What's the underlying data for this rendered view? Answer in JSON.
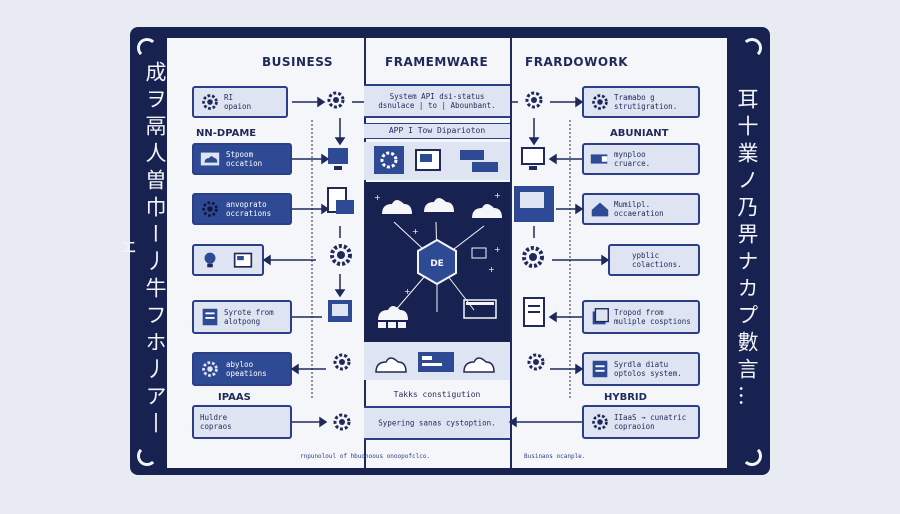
{
  "side_text": {
    "left": "成ヲ鬲人曽巾ー丿牛フホ丿ア丨ェ",
    "right": "耳十業ノ乃畀ナカプ數言…"
  },
  "headers": {
    "col1": "BUSINESS",
    "col2": "FRAMEMWARE",
    "col3": "FRARDOWORK"
  },
  "left_boxes": [
    {
      "text": "RI\nopaion",
      "icon": "gear-icon"
    },
    {
      "text": "Stpoom\noccation",
      "icon": "cloud-icon"
    },
    {
      "text": "anvoprato\noccrations",
      "icon": "gear-icon"
    },
    {
      "text": "",
      "icon": "lightbulb-icon"
    },
    {
      "text": "Syrote from\nalotpong",
      "icon": "document-icon"
    },
    {
      "text": "abyloo\nopeations",
      "icon": "gear-icon"
    },
    {
      "text": "Huldre\ncopraos",
      "icon": "gear-icon"
    }
  ],
  "right_boxes": [
    {
      "text": "Tramabo g\nstrutigration.",
      "icon": "gear-icon"
    },
    {
      "text": "mynploo\ncruarce.",
      "icon": "card-icon"
    },
    {
      "text": "Mumilpl.\noccaeration",
      "icon": "house-icon"
    },
    {
      "text": "ypblic\ncolactions.",
      "icon": "gear-icon"
    },
    {
      "text": "Tropod from\nmuliple cosptions",
      "icon": "document-icon"
    },
    {
      "text": "Syrdla diatu\noptolos system.",
      "icon": "document-icon"
    },
    {
      "text": "IIaaS → cunatric\ncopraoion",
      "icon": "gear-icon"
    }
  ],
  "section_labels": {
    "left_mid": "NN-DPAME",
    "right_mid": "ABUNIANT",
    "left_bottom": "IPAAS",
    "right_bottom": "HYBRID"
  },
  "center": {
    "top_box": "System API dsi-status\ndsnulace | to | Abounbant.",
    "strip_top": "APP I Tow Diparioton",
    "hub_label": "DE",
    "strip_bottom": "Takks constigution",
    "bottom_box": "Sypering sanas cystoption."
  },
  "captions": {
    "left": "rnpunoloul of hbuonoous onoopofclco.",
    "right": "Businaos ocanple."
  },
  "colors": {
    "navy": "#172251",
    "accent": "#2f4a95",
    "light": "#dfe4f2"
  }
}
